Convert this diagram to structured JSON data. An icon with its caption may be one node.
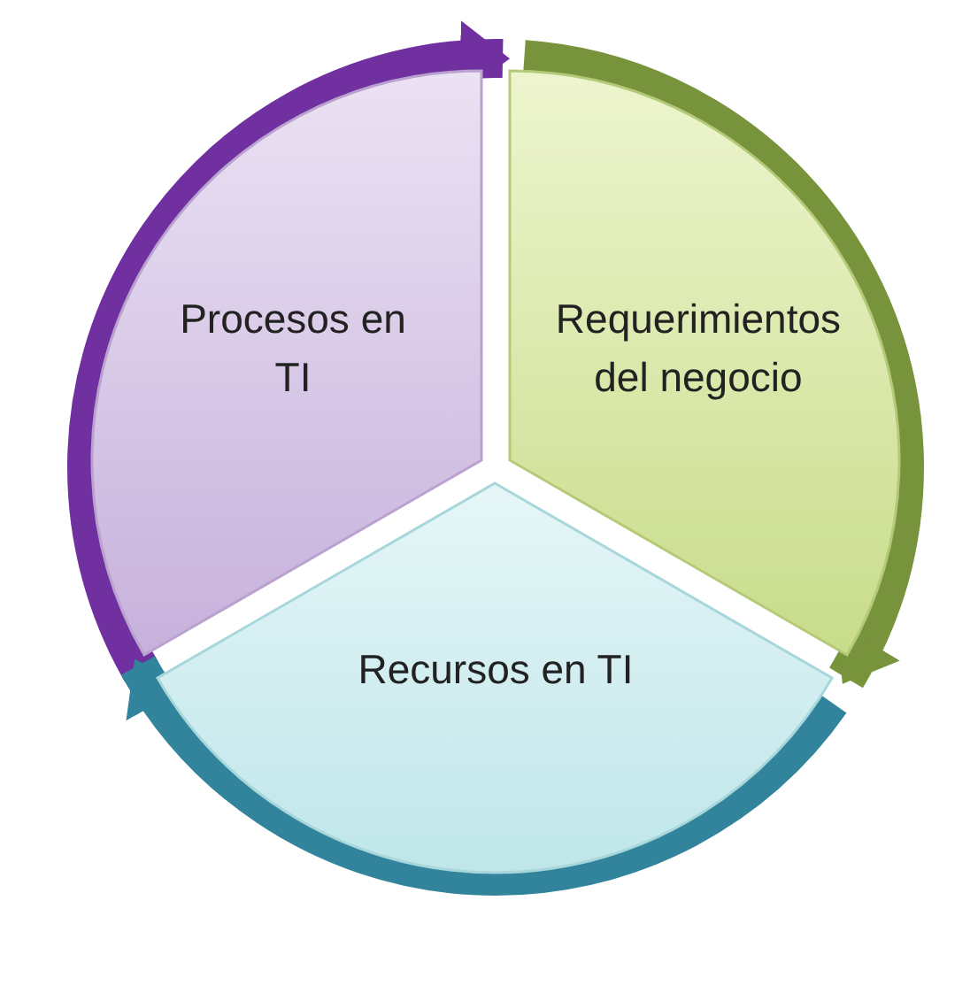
{
  "diagram": {
    "nodes": [
      {
        "text": [
          "Procesos en TI"
        ]
      },
      {
        "text": [
          "Requerimientos del negocio"
        ]
      },
      {
        "text": [
          "Recursos en TI"
        ]
      }
    ],
    "edges": [
      {
        "from": 0,
        "to": 1,
        "arrow": "to",
        "color": "#7030a0"
      },
      {
        "from": 1,
        "to": 2,
        "arrow": "to",
        "color": "#77933c"
      },
      {
        "from": 2,
        "to": 0,
        "arrow": "to",
        "color": "#31849b"
      }
    ]
  }
}
